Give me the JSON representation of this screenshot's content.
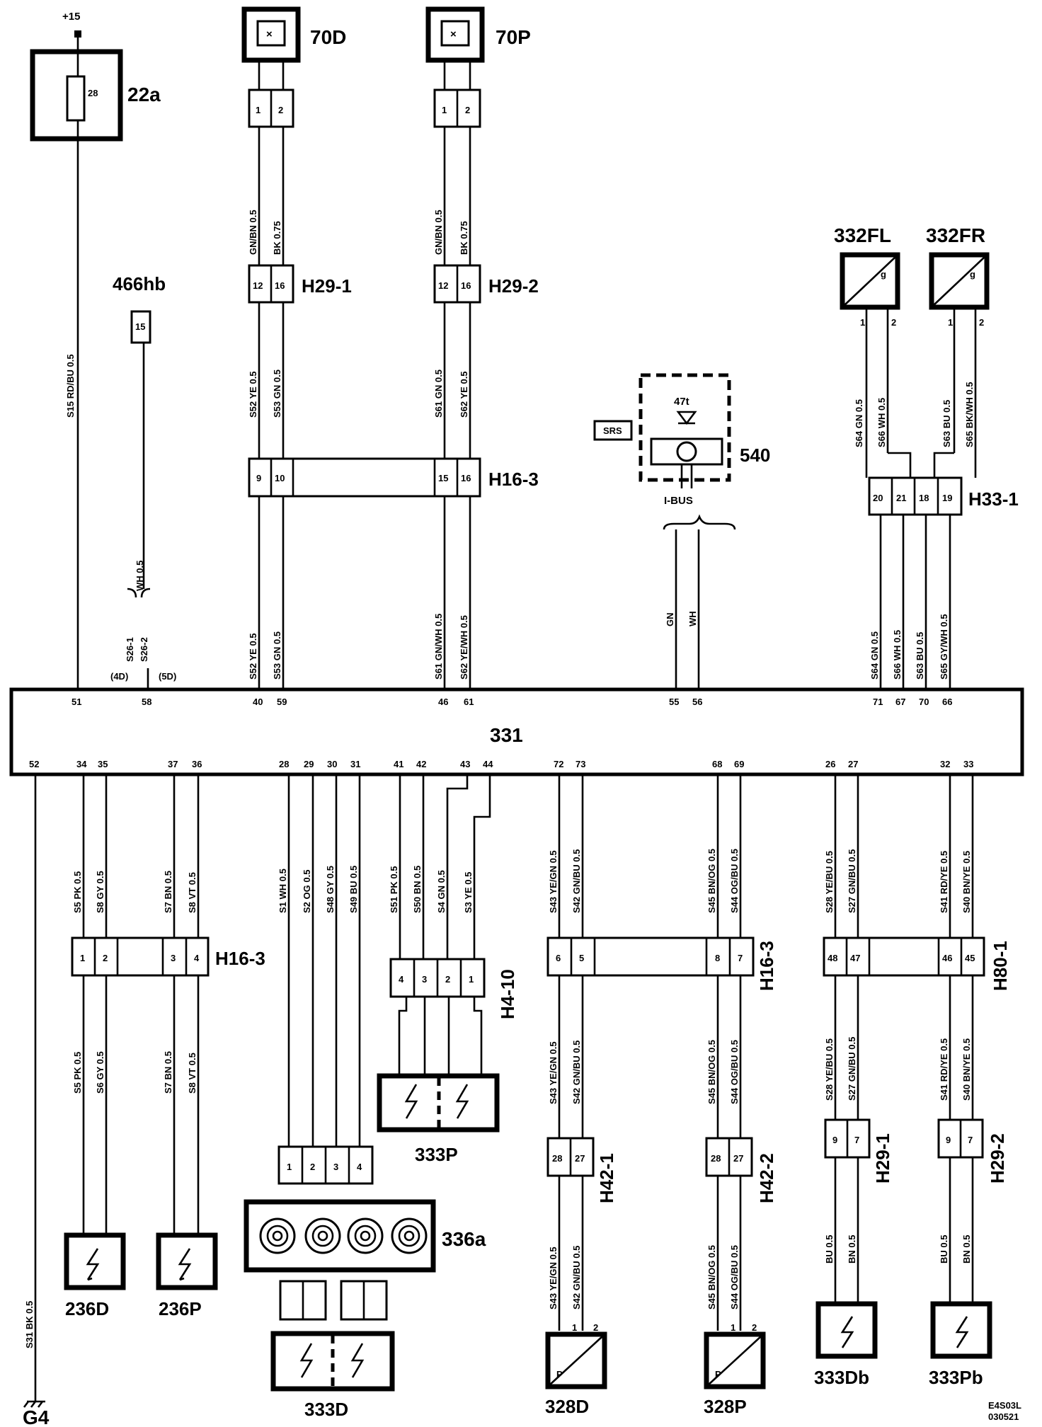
{
  "supply": "+15",
  "ground": "G4",
  "drawing_code": [
    "E4S03L",
    "030521"
  ],
  "components": {
    "fuse_box": "22a",
    "fuse_no": "28",
    "c70d": "70D",
    "c70p": "70P",
    "c466": "466hb",
    "c466_pin": "15",
    "c540": "540",
    "c47t": "47t",
    "ibus": "I-BUS",
    "srs": "SRS",
    "c332fl": "332FL",
    "c332fr": "332FR",
    "ecu": "331",
    "c236d": "236D",
    "c236p": "236P",
    "c333p": "333P",
    "c333d": "333D",
    "c336a": "336a",
    "c328d": "328D",
    "c328p": "328P",
    "c333db": "333Db",
    "c333pb": "333Pb",
    "g": "g",
    "p": "P"
  },
  "connectors": {
    "h29_1": "H29-1",
    "h29_2": "H29-2",
    "h16_3": "H16-3",
    "h33_1": "H33-1",
    "h4_10": "H4-10",
    "h42_1": "H42-1",
    "h42_2": "H42-2",
    "h80_1": "H80-1"
  },
  "pins": {
    "p1": "1",
    "p2": "2",
    "p3": "3",
    "p4": "4",
    "p5": "5",
    "p6": "6",
    "p7": "7",
    "p8": "8",
    "p9": "9",
    "p10": "10",
    "p12": "12",
    "p15": "15",
    "p16": "16",
    "p18": "18",
    "p19": "19",
    "p20": "20",
    "p21": "21",
    "p26": "26",
    "p27": "27",
    "p28": "28",
    "p29": "29",
    "p30": "30",
    "p31": "31",
    "p32": "32",
    "p33": "33",
    "p34": "34",
    "p35": "35",
    "p36": "36",
    "p37": "37",
    "p40": "40",
    "p41": "41",
    "p42": "42",
    "p43": "43",
    "p44": "44",
    "p45": "45",
    "p46": "46",
    "p47": "47",
    "p48": "48",
    "p51": "51",
    "p52": "52",
    "p55": "55",
    "p56": "56",
    "p58": "58",
    "p59": "59",
    "p61": "61",
    "p66": "66",
    "p67": "67",
    "p68": "68",
    "p69": "69",
    "p70": "70",
    "p71": "71",
    "p72": "72",
    "p73": "73"
  },
  "wires": {
    "s15": "S15  RD/BU  0.5",
    "s26": "S26-1",
    "s26b": "S26-2",
    "wh05": "WH  0.5",
    "d4": "(4D)",
    "d5": "(5D)",
    "gnbn": "GN/BN  0.5",
    "bk075": "BK  0.75",
    "s52": "S52  YE  0.5",
    "s53": "S53  GN  0.5",
    "s61": "S61  GN  0.5",
    "s62": "S62  YE  0.5",
    "s61b": "S61  GN/WH  0.5",
    "s62b": "S62  YE/WH  0.5",
    "gn": "GN",
    "wh": "WH",
    "s64": "S64  GN  0.5",
    "s66": "S66  WH  0.5",
    "s63": "S63  BU  0.5",
    "s65": "S65  BK/WH  0.5",
    "s65b": "S65  GY/WH  0.5",
    "s31": "S31  BK  0.5",
    "s5": "S5  PK  0.5",
    "s6": "S6  GY  0.5",
    "s7": "S7  BN  0.5",
    "s8": "S8  VT  0.5",
    "s8top": "S8  GY  0.5",
    "s1": "S1  WH  0.5",
    "s2": "S2  OG  0.5",
    "s48": "S48  GY  0.5",
    "s49": "S49  BU  0.5",
    "s51": "S51  PK  0.5",
    "s50": "S50  BN  0.5",
    "s4": "S4  GN  0.5",
    "s3": "S3  YE  0.5",
    "s43": "S43  YE/GN  0.5",
    "s42": "S42  GN/BU  0.5",
    "s45": "S45  BN/OG  0.5",
    "s44": "S44  OG/BU  0.5",
    "s28": "S28  YE/BU  0.5",
    "s27": "S27  GN/BU  0.5",
    "s41": "S41  RD/YE  0.5",
    "s40": "S40  BN/YE  0.5",
    "bu05": "BU  0.5",
    "bn05": "BN  0.5"
  }
}
